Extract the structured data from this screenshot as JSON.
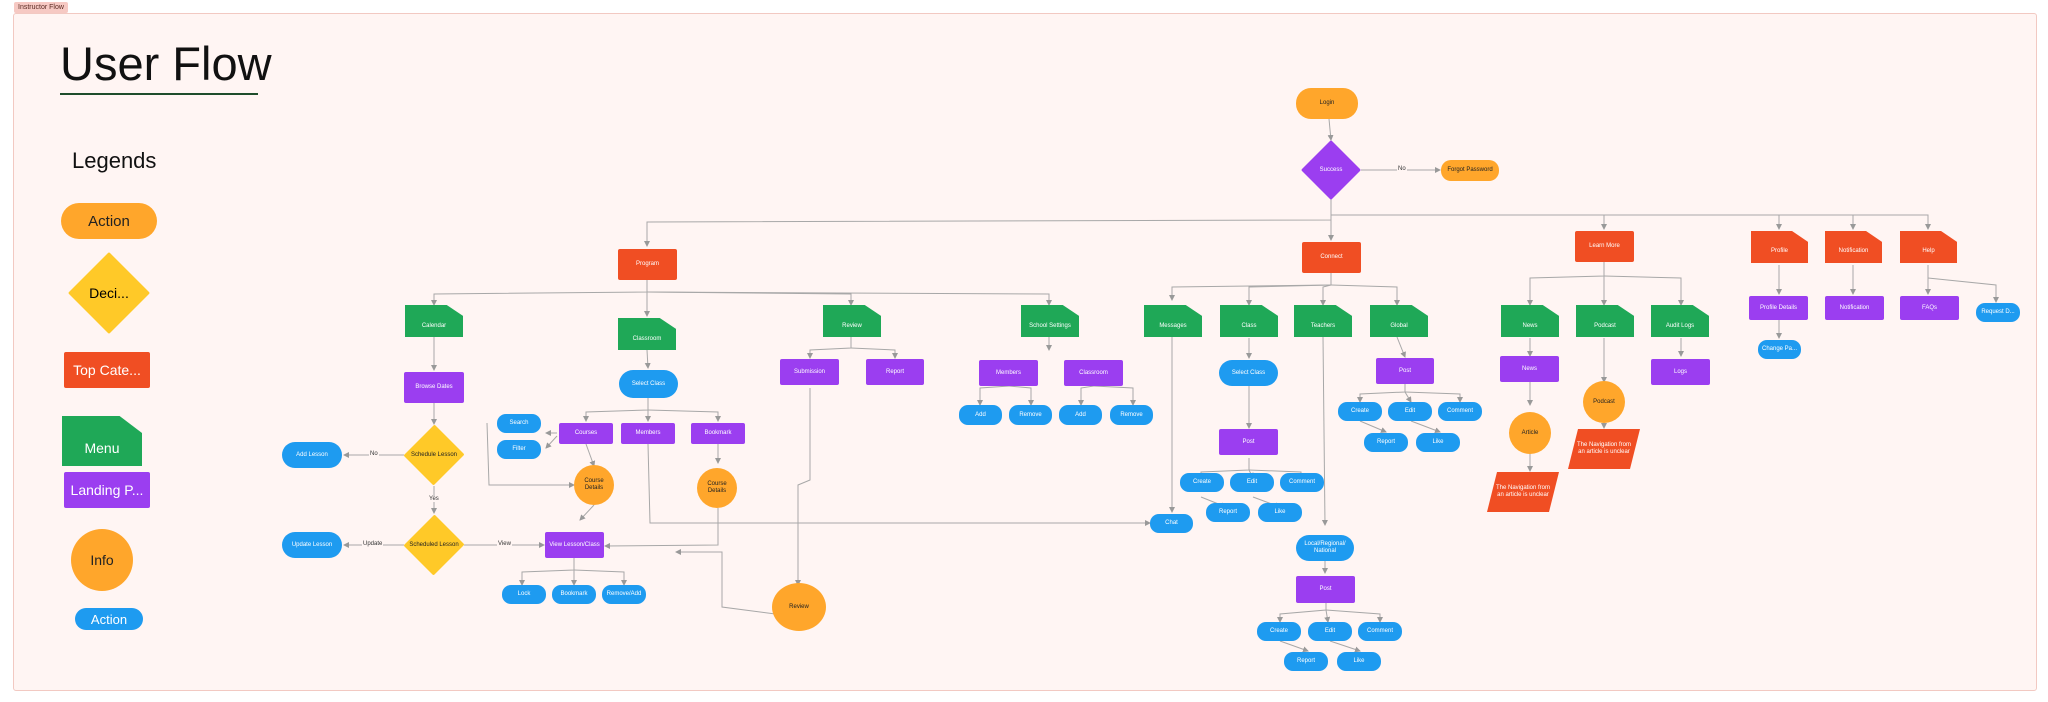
{
  "frame_label": "Instructor Flow",
  "title": "User Flow",
  "legends": {
    "heading": "Legends",
    "action": "Action",
    "decision": "Deci...",
    "top_category": "Top Cate...",
    "menu": "Menu",
    "landing_page": "Landing P...",
    "info": "Info",
    "action2": "Action"
  },
  "colors": {
    "frame_bg": "#fff5f3",
    "action_orange": "#ffa62b",
    "decision_yellow": "#ffc928",
    "decision_purple": "#9b3ef0",
    "top_red": "#f04e23",
    "menu_green": "#1fa857",
    "landing_purple": "#9b3ef0",
    "action_blue": "#1e9bf0"
  },
  "nodes": {
    "login": "Login",
    "success": "Success",
    "forgot_password": "Forgot Password",
    "program": "Program",
    "connect": "Connect",
    "learn_more": "Learn More",
    "profile": "Profile",
    "notification": "Notification",
    "help": "Help",
    "calendar": "Calendar",
    "classroom": "Classroom",
    "review": "Review",
    "school_settings": "School Settings",
    "browse_dates": "Browse Dates",
    "select_class": "Select Class",
    "search": "Search",
    "filter": "Filter",
    "courses": "Courses",
    "members": "Members",
    "bookmark": "Bookmark",
    "course_details_1": "Course Details",
    "course_details_2": "Course Details",
    "schedule_lesson": "Schedule Lesson",
    "add_lesson": "Add Lesson",
    "scheduled_lesson": "Scheduled Lesson",
    "update_lesson": "Update Lesson",
    "view_lesson": "View Lesson/Class",
    "lock": "Lock",
    "bookmark_action": "Bookmark",
    "remove_add": "Remove/Add",
    "review_info": "Review",
    "submission": "Submission",
    "report_review": "Report",
    "ss_members": "Members",
    "ss_classroom": "Classroom",
    "ss_add1": "Add",
    "ss_remove1": "Remove",
    "ss_add2": "Add",
    "ss_remove2": "Remove",
    "messages": "Messages",
    "class": "Class",
    "teachers": "Teachers",
    "global": "Global",
    "chat": "Chat",
    "select_class_2": "Select Class",
    "post_class": "Post",
    "create_1": "Create",
    "edit_1": "Edit",
    "comment_1": "Comment",
    "report_1": "Report",
    "like_1": "Like",
    "local_regional": "Local/Regional/ National",
    "post_local": "Post",
    "create_2": "Create",
    "edit_2": "Edit",
    "comment_2": "Comment",
    "report_2": "Report",
    "like_2": "Like",
    "post_global": "Post",
    "create_3": "Create",
    "edit_3": "Edit",
    "comment_3": "Comment",
    "report_3": "Report",
    "like_3": "Like",
    "news_menu": "News",
    "podcast_menu": "Podcast",
    "audit_logs": "Audit Logs",
    "news_page": "News",
    "article": "Article",
    "podcast_info": "Podcast",
    "logs": "Logs",
    "nav_note_1": "The Navigation from an article is unclear",
    "nav_note_2": "The Navigation from an article is unclear",
    "profile_details": "Profile Details",
    "change_pass": "Change Pa...",
    "notification_page": "Notification",
    "faqs": "FAQs",
    "request_d": "Request D..."
  },
  "edge_labels": {
    "no_1": "No",
    "no_2": "No",
    "yes": "Yes",
    "update": "Update",
    "view": "View"
  }
}
